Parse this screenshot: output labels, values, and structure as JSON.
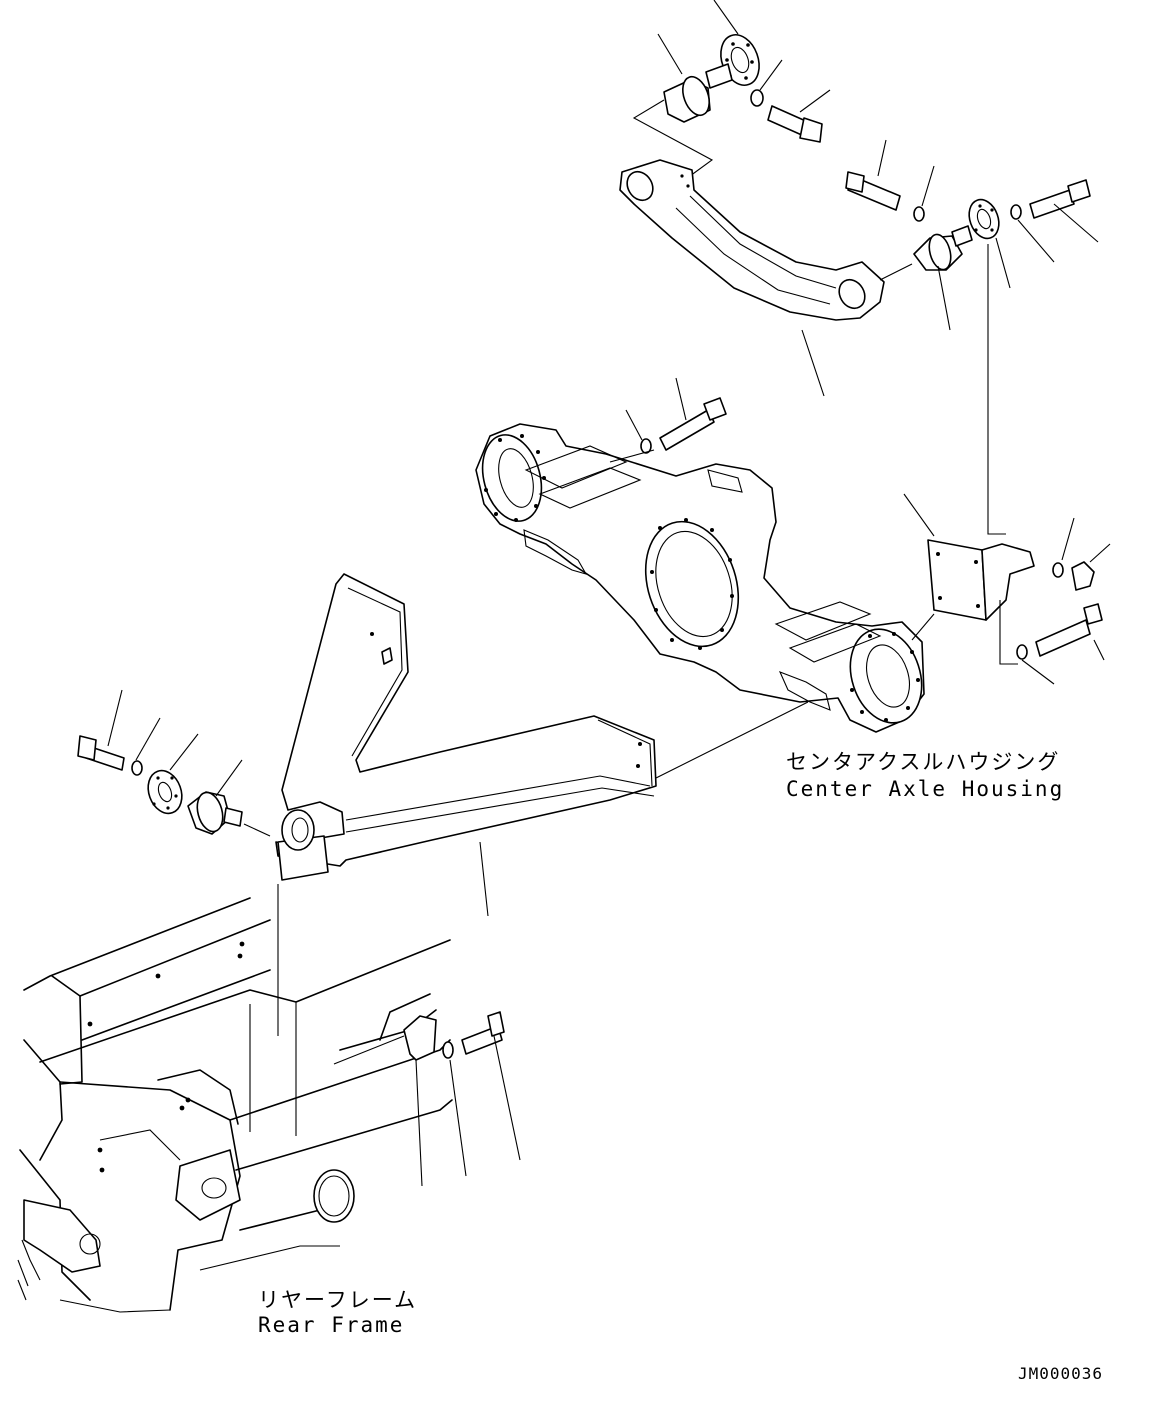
{
  "labels": {
    "center_axle_jp": "センタアクスルハウジング",
    "center_axle_en": "Center Axle Housing",
    "rear_frame_jp": "リヤーフレーム",
    "rear_frame_en": "Rear Frame",
    "drawing_code": "JM000036"
  }
}
